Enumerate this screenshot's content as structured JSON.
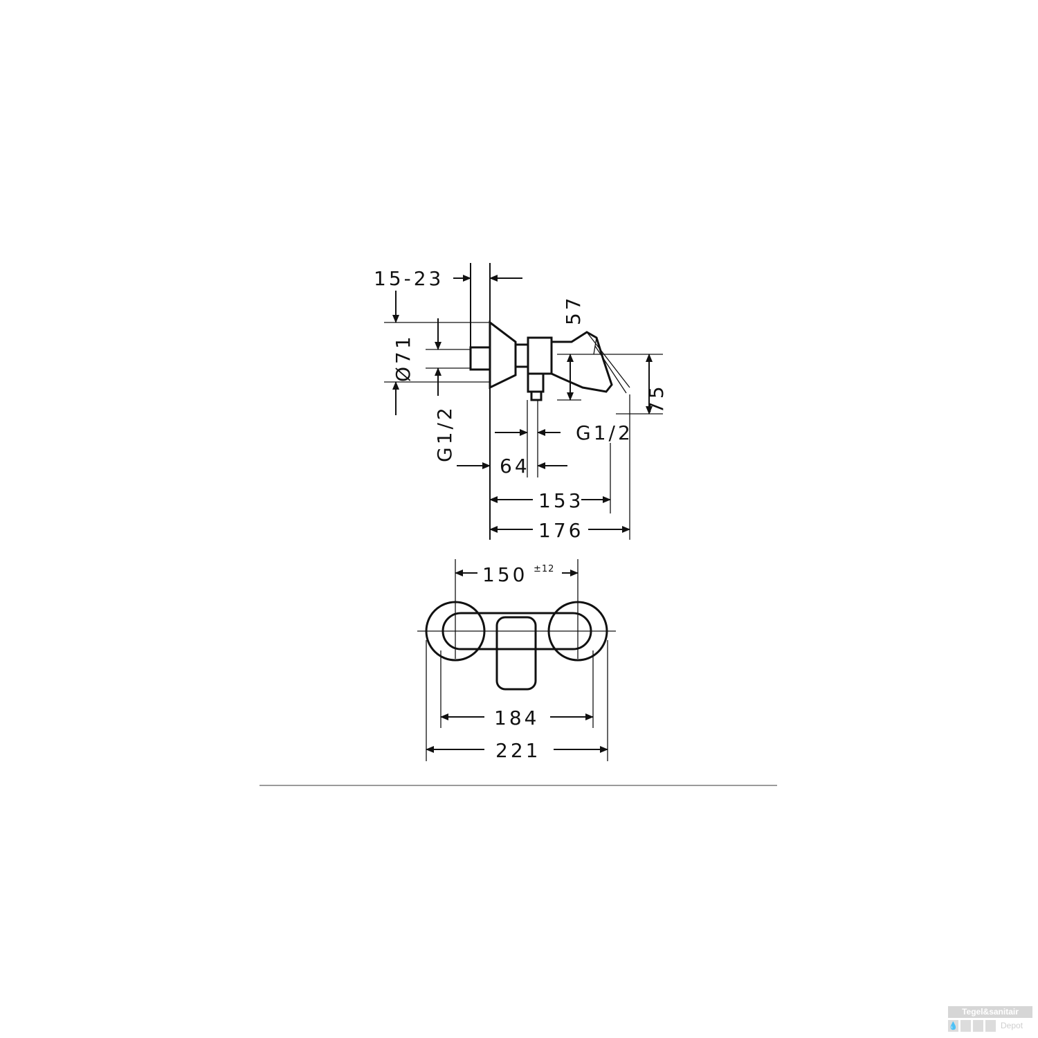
{
  "drawing": {
    "side_view": {
      "dim_wall_depth": "15-23",
      "dim_rosette_diameter": "Ø71",
      "dim_inlet_thread": "G1/2",
      "dim_handle_angle": "57",
      "dim_handle_height": "75",
      "dim_outlet_thread": "G1/2",
      "dim_outlet_offset": "64",
      "dim_projection_outlet": "153",
      "dim_projection_total": "176"
    },
    "front_view": {
      "dim_center_distance": "150",
      "dim_center_distance_tolerance": "±12",
      "dim_inner_width": "184",
      "dim_overall_width": "221"
    }
  },
  "watermark": {
    "brand": "Tegel&sanitair",
    "sub": "Depot",
    "icon": "water-drop-icon"
  }
}
